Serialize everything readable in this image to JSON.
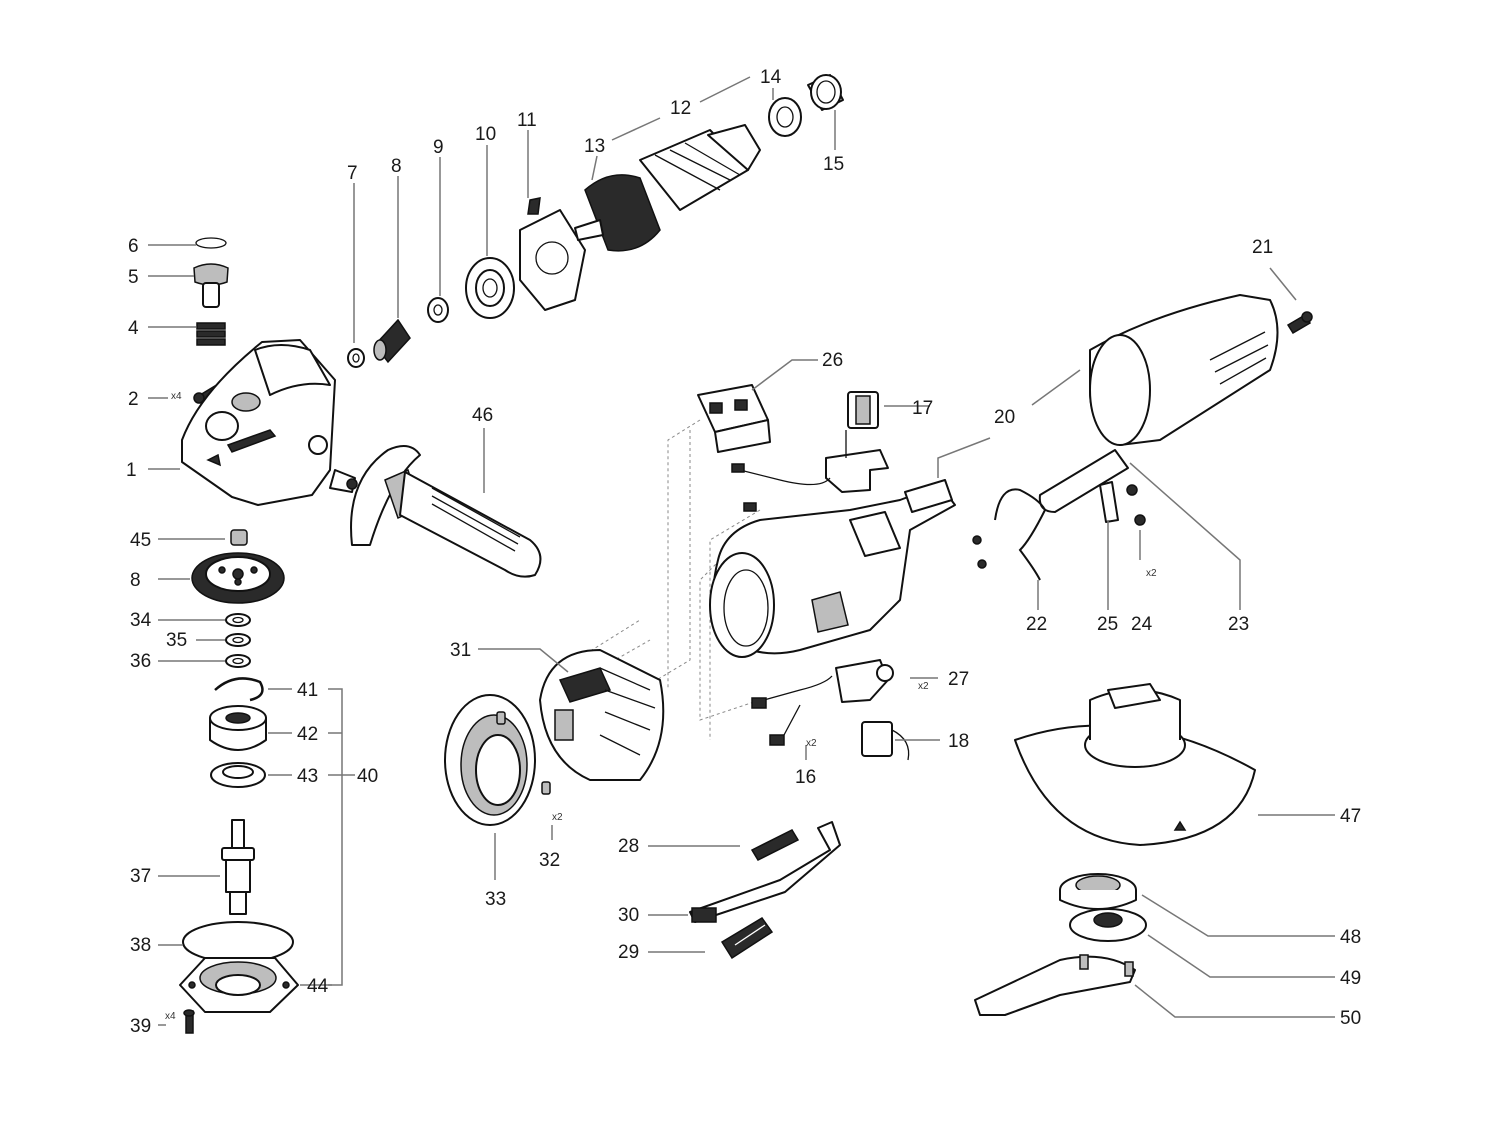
{
  "callouts": [
    {
      "id": "c1",
      "text": "1"
    },
    {
      "id": "c2",
      "text": "2"
    },
    {
      "id": "c4",
      "text": "4"
    },
    {
      "id": "c5",
      "text": "5"
    },
    {
      "id": "c6",
      "text": "6"
    },
    {
      "id": "c7",
      "text": "7"
    },
    {
      "id": "c8a",
      "text": "8"
    },
    {
      "id": "c9",
      "text": "9"
    },
    {
      "id": "c10",
      "text": "10"
    },
    {
      "id": "c11",
      "text": "11"
    },
    {
      "id": "c12",
      "text": "12"
    },
    {
      "id": "c13",
      "text": "13"
    },
    {
      "id": "c14",
      "text": "14"
    },
    {
      "id": "c15",
      "text": "15"
    },
    {
      "id": "c16",
      "text": "16"
    },
    {
      "id": "c17",
      "text": "17"
    },
    {
      "id": "c18",
      "text": "18"
    },
    {
      "id": "c20",
      "text": "20"
    },
    {
      "id": "c21",
      "text": "21"
    },
    {
      "id": "c22",
      "text": "22"
    },
    {
      "id": "c23",
      "text": "23"
    },
    {
      "id": "c24",
      "text": "24"
    },
    {
      "id": "c25",
      "text": "25"
    },
    {
      "id": "c26",
      "text": "26"
    },
    {
      "id": "c27",
      "text": "27"
    },
    {
      "id": "c28",
      "text": "28"
    },
    {
      "id": "c29",
      "text": "29"
    },
    {
      "id": "c30",
      "text": "30"
    },
    {
      "id": "c31",
      "text": "31"
    },
    {
      "id": "c32",
      "text": "32"
    },
    {
      "id": "c33",
      "text": "33"
    },
    {
      "id": "c34",
      "text": "34"
    },
    {
      "id": "c35",
      "text": "35"
    },
    {
      "id": "c36",
      "text": "36"
    },
    {
      "id": "c37",
      "text": "37"
    },
    {
      "id": "c38",
      "text": "38"
    },
    {
      "id": "c39",
      "text": "39"
    },
    {
      "id": "c40",
      "text": "40"
    },
    {
      "id": "c41",
      "text": "41"
    },
    {
      "id": "c42",
      "text": "42"
    },
    {
      "id": "c43",
      "text": "43"
    },
    {
      "id": "c44",
      "text": "44"
    },
    {
      "id": "c45",
      "text": "45"
    },
    {
      "id": "c46",
      "text": "46"
    },
    {
      "id": "c47",
      "text": "47"
    },
    {
      "id": "c48",
      "text": "48"
    },
    {
      "id": "c49",
      "text": "49"
    },
    {
      "id": "c50",
      "text": "50"
    },
    {
      "id": "c8b",
      "text": "8"
    }
  ],
  "quantities": [
    {
      "id": "q2",
      "text": "x4"
    },
    {
      "id": "q39",
      "text": "x4"
    },
    {
      "id": "q24",
      "text": "x2"
    },
    {
      "id": "q27",
      "text": "x2"
    },
    {
      "id": "q16",
      "text": "x2"
    },
    {
      "id": "q32",
      "text": "x2"
    }
  ]
}
